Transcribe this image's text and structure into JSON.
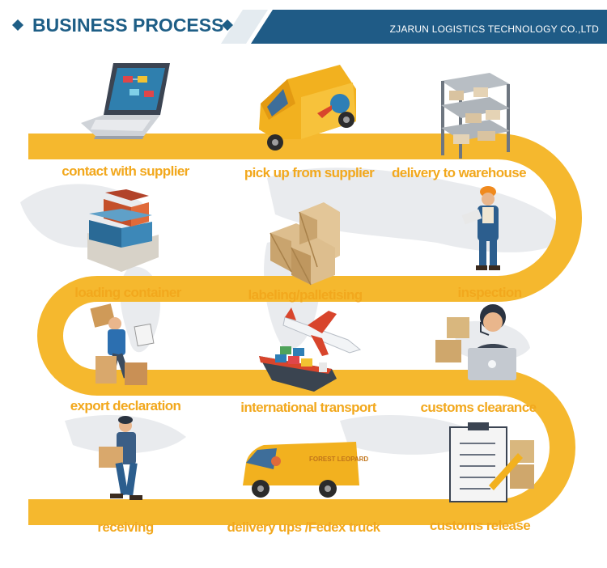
{
  "header": {
    "title": "BUSINESS PROCESS",
    "company": "ZJARUN LOGISTICS TECHNOLOGY CO.,LTD"
  },
  "colors": {
    "path": "#F5B82E",
    "label": "#F2A81D",
    "title": "#1E5E86",
    "banner": "#1F5B86"
  },
  "steps": [
    {
      "label": "contact with supplier",
      "icon": "laptop-icon"
    },
    {
      "label": "pick up from supplier",
      "icon": "delivery-van-icon"
    },
    {
      "label": "delivery to warehouse",
      "icon": "warehouse-shelf-icon"
    },
    {
      "label": "inspection",
      "icon": "inspector-worker-icon"
    },
    {
      "label": "labeling/palletising",
      "icon": "wooden-crates-icon"
    },
    {
      "label": "loading container",
      "icon": "shipping-container-icon"
    },
    {
      "label": "export declaration",
      "icon": "worker-with-box-icon"
    },
    {
      "label": "international  transport",
      "icon": "plane-and-ship-icon"
    },
    {
      "label": "customs clearance",
      "icon": "customs-officer-icon"
    },
    {
      "label": "customs release",
      "icon": "clipboard-checklist-icon"
    },
    {
      "label": "delivery ups /Fedex truck",
      "icon": "delivery-truck-icon"
    },
    {
      "label": "receiving",
      "icon": "receiving-worker-icon"
    }
  ],
  "truck_sign": "FOREST LEOPARD"
}
